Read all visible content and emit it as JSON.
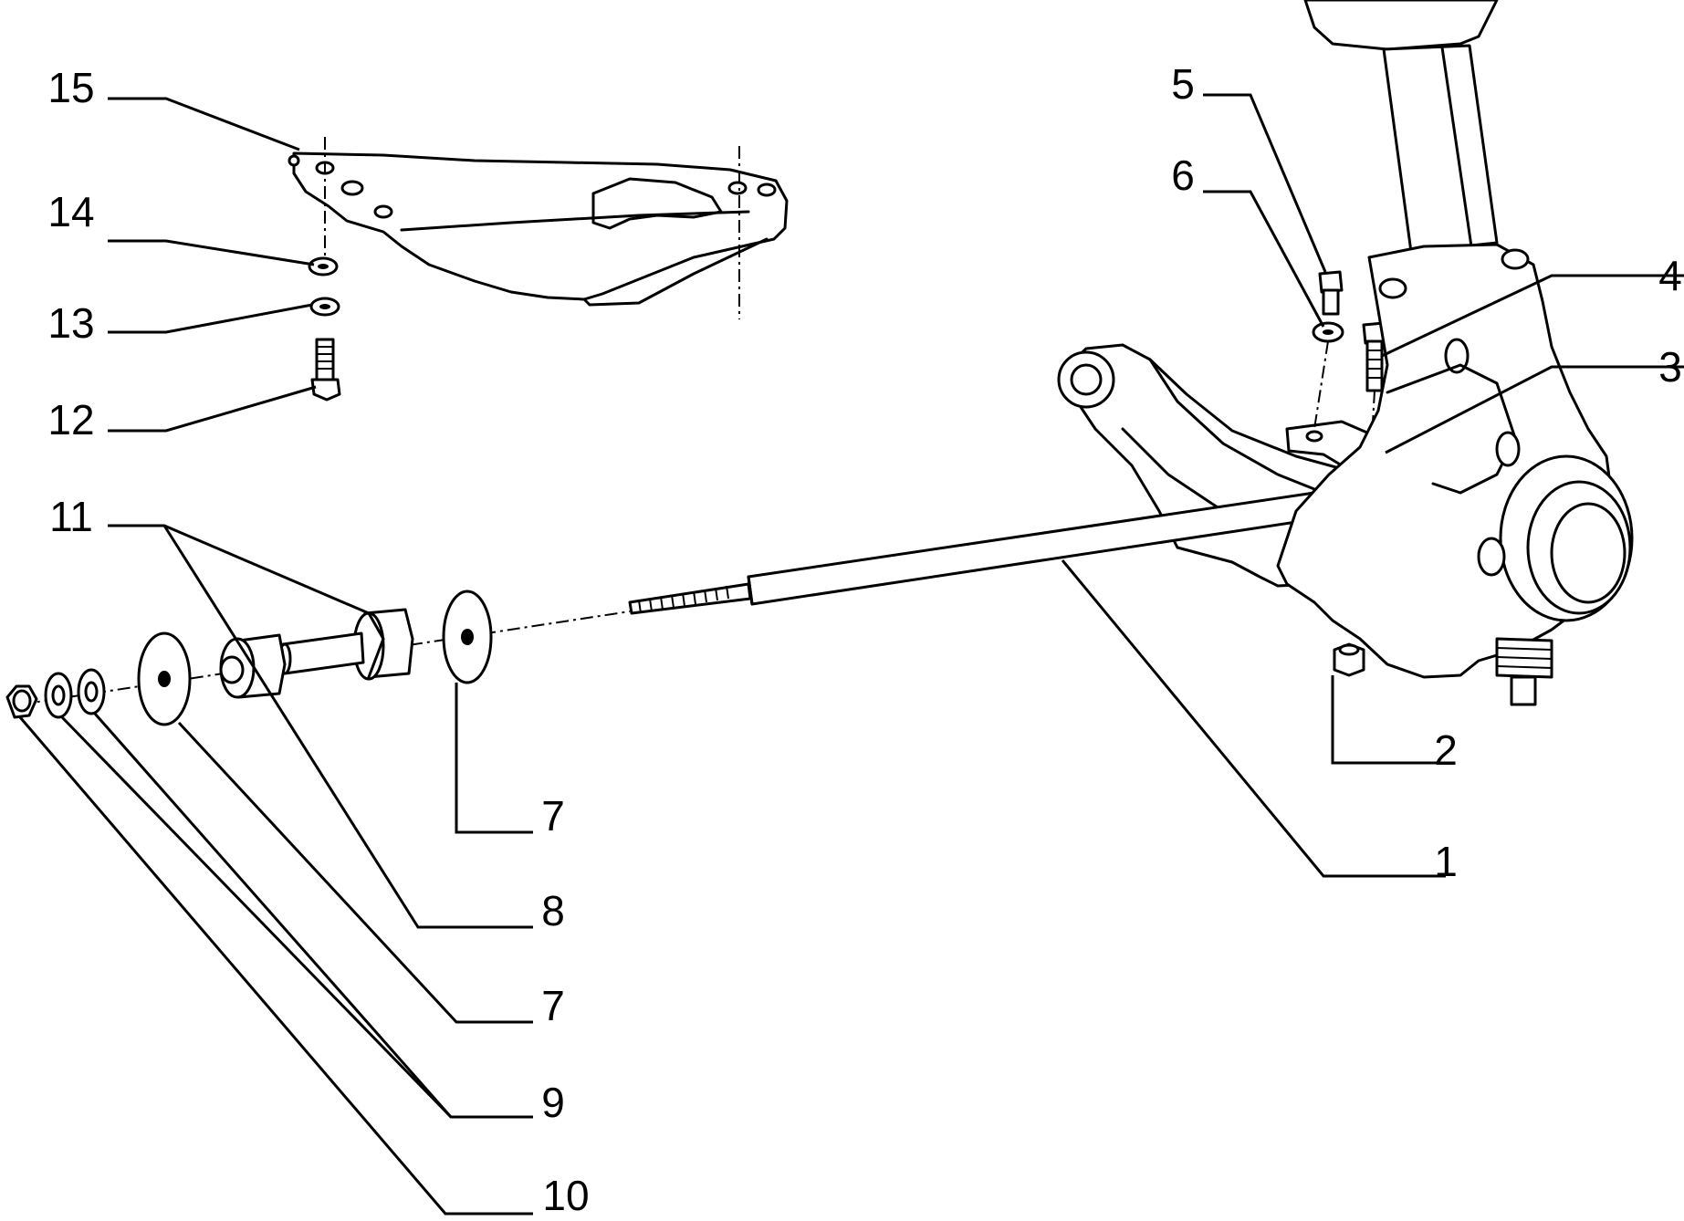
{
  "diagram": {
    "callouts": [
      {
        "id": "c15",
        "text": "15"
      },
      {
        "id": "c14",
        "text": "14"
      },
      {
        "id": "c13",
        "text": "13"
      },
      {
        "id": "c12",
        "text": "12"
      },
      {
        "id": "c11",
        "text": "11"
      },
      {
        "id": "c5",
        "text": "5"
      },
      {
        "id": "c6",
        "text": "6"
      },
      {
        "id": "c4",
        "text": "4"
      },
      {
        "id": "c3",
        "text": "3"
      },
      {
        "id": "c2",
        "text": "2"
      },
      {
        "id": "c1",
        "text": "1"
      },
      {
        "id": "c7a",
        "text": "7"
      },
      {
        "id": "c8",
        "text": "8"
      },
      {
        "id": "c7b",
        "text": "7"
      },
      {
        "id": "c9",
        "text": "9"
      },
      {
        "id": "c10",
        "text": "10"
      }
    ]
  }
}
